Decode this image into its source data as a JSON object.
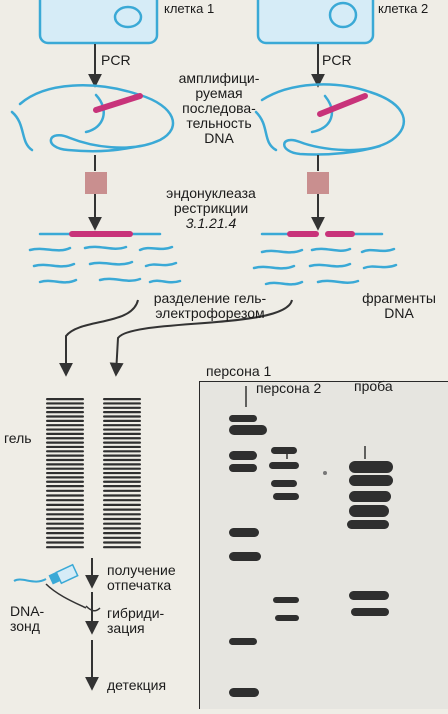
{
  "cells": [
    {
      "id": "cell1",
      "label": "клетка 1"
    },
    {
      "id": "cell2",
      "label": "клетка 2"
    }
  ],
  "steps": {
    "pcr_label": "PCR",
    "amplified_label": [
      "амплифици-",
      "руемая",
      "последова-",
      "тельность",
      "DNA"
    ],
    "enzyme_label": [
      "эндонуклеаза",
      "рестрикции"
    ],
    "enzyme_ec": "3.1.21.4",
    "electrophoresis_label": [
      "разделение гель-",
      "электрофорезом"
    ],
    "fragments_label": [
      "фрагменты",
      "DNA"
    ],
    "gel_label": "гель",
    "probe_label": [
      "DNA-",
      "зонд"
    ],
    "blot_label": [
      "получение",
      "отпечатка"
    ],
    "hybridization_label": [
      "гибриди-",
      "зация"
    ],
    "detection_label": "детекция"
  },
  "result_panel": {
    "lanes": [
      {
        "id": "person1",
        "label": "персона 1"
      },
      {
        "id": "person2",
        "label": "персона 2"
      },
      {
        "id": "sample",
        "label": "проба"
      }
    ]
  },
  "colors": {
    "dna_strand": "#3aa9d6",
    "amplified_segment": "#c8337a",
    "enzyme_box": "#c98f8f",
    "cell_fill": "#d6ecf7",
    "cell_border": "#3aa9d6",
    "gel_band": "#2f2f2f",
    "arrow": "#333333"
  }
}
